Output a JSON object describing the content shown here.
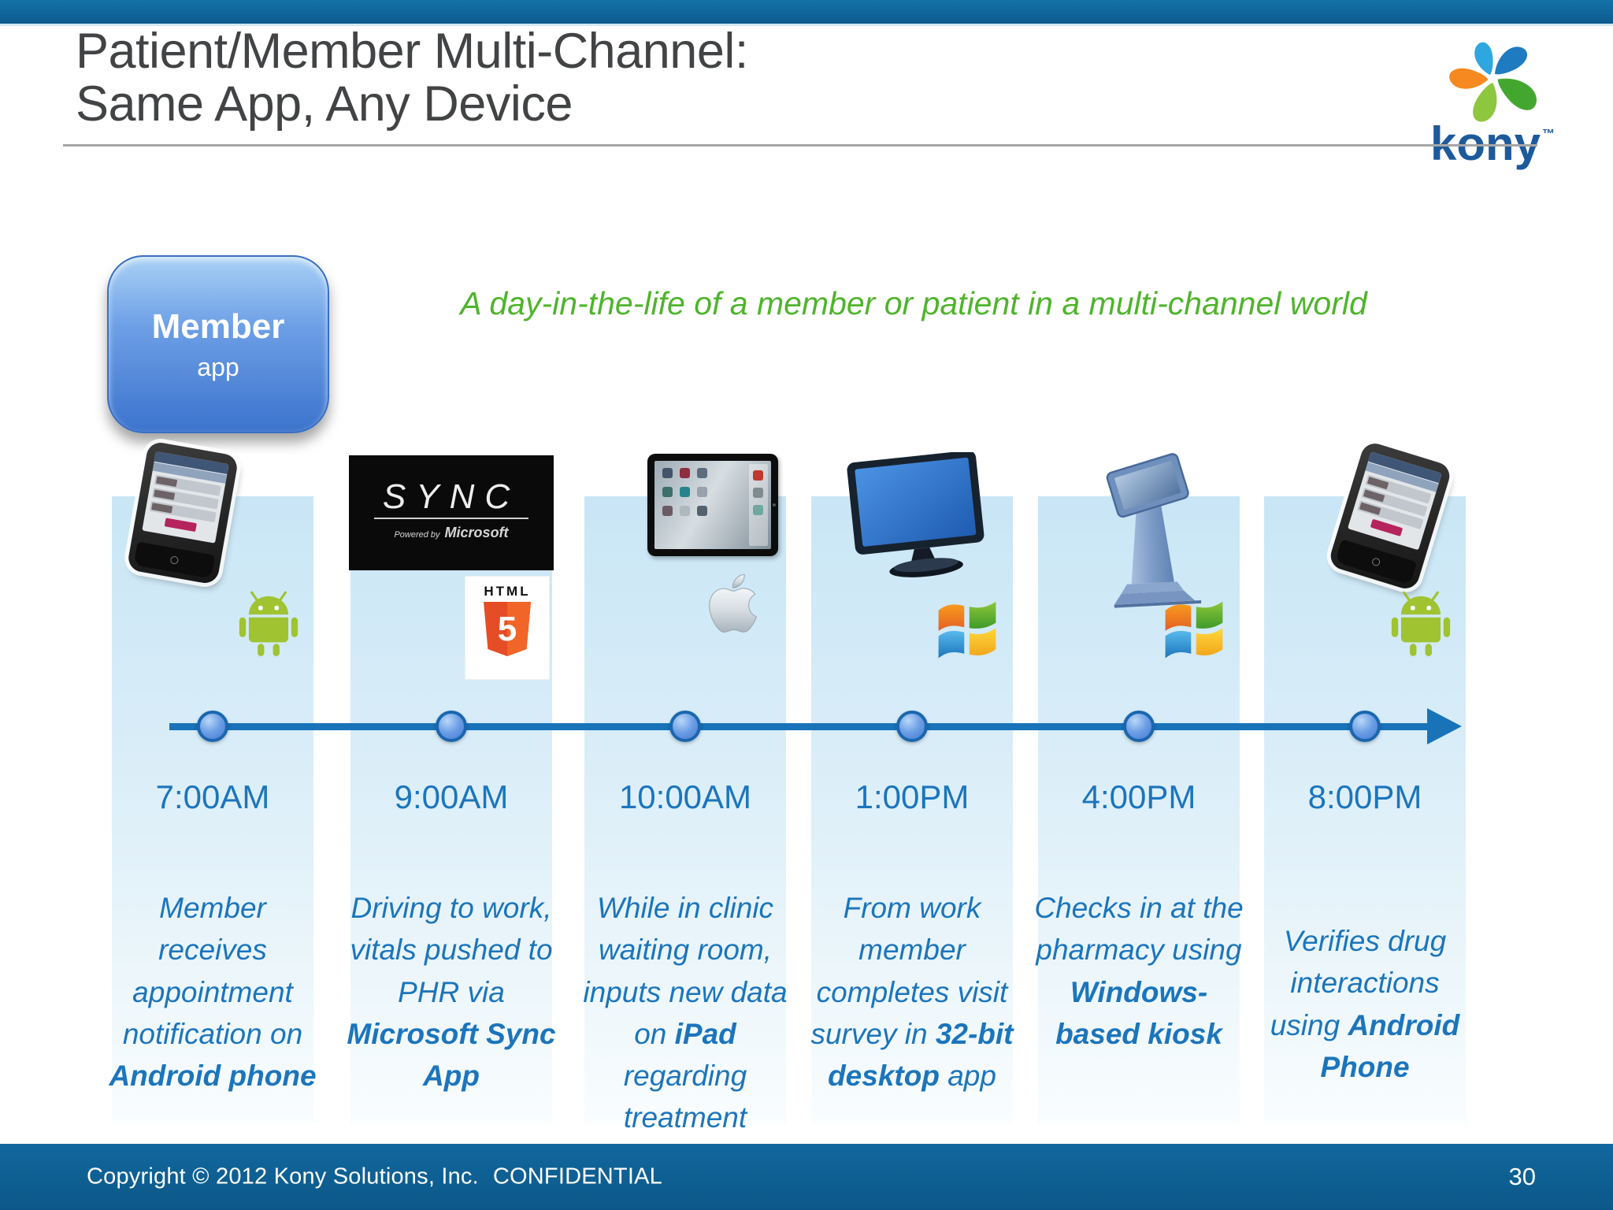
{
  "slide": {
    "title_line1": "Patient/Member Multi-Channel:",
    "title_line2": "Same App, Any Device",
    "subtitle": "A day-in-the-life of a member or patient in a multi-channel world",
    "footer_copyright": "Copyright © 2012 Kony Solutions, Inc.",
    "footer_confidential": "CONFIDENTIAL",
    "page_number": "30"
  },
  "kony_logo": {
    "wordmark": "kony",
    "trademark": "™"
  },
  "member_badge": {
    "title": "Member",
    "subtitle": "app"
  },
  "sync_logo": {
    "word": "SYNC",
    "powered_by": "Powered by",
    "brand": "Microsoft"
  },
  "html5_logo": {
    "word": "HTML",
    "number": "5"
  },
  "timeline": {
    "columns": [
      {
        "time": "7:00AM",
        "device_icon": "android-phone",
        "platform_icon": "android-robot",
        "desc_pre": "Member receives appointment notification on ",
        "desc_bold": "Android phone",
        "desc_post": ""
      },
      {
        "time": "9:00AM",
        "device_icon": "microsoft-sync-logo",
        "platform_icon": "html5-logo",
        "desc_pre": "Driving to work, vitals pushed to PHR via ",
        "desc_bold": "Microsoft Sync App",
        "desc_post": ""
      },
      {
        "time": "10:00AM",
        "device_icon": "ipad",
        "platform_icon": "apple-logo",
        "desc_pre": "While in clinic waiting room, inputs new data on ",
        "desc_bold": "iPad",
        "desc_post": " regarding treatment regimen"
      },
      {
        "time": "1:00PM",
        "device_icon": "desktop-monitor",
        "platform_icon": "windows-logo",
        "desc_pre": "From work member completes visit survey in ",
        "desc_bold": "32-bit desktop",
        "desc_post": " app"
      },
      {
        "time": "4:00PM",
        "device_icon": "windows-kiosk",
        "platform_icon": "windows-logo",
        "desc_pre": "Checks in at the pharmacy using ",
        "desc_bold": "Windows-based kiosk",
        "desc_post": ""
      },
      {
        "time": "8:00PM",
        "device_icon": "android-phone",
        "platform_icon": "android-robot",
        "desc_pre": "Verifies drug interactions using ",
        "desc_bold": "Android Phone",
        "desc_post": ""
      }
    ]
  },
  "colors": {
    "accent_blue": "#1B75BC",
    "bar_blue": "#0C5A8E",
    "subtitle_green": "#4FB42C",
    "android_green": "#A0C332",
    "timeline_blue": "#1873B9",
    "kony_blue": "#1D5A9B",
    "html5_orange": "#E44D26"
  }
}
